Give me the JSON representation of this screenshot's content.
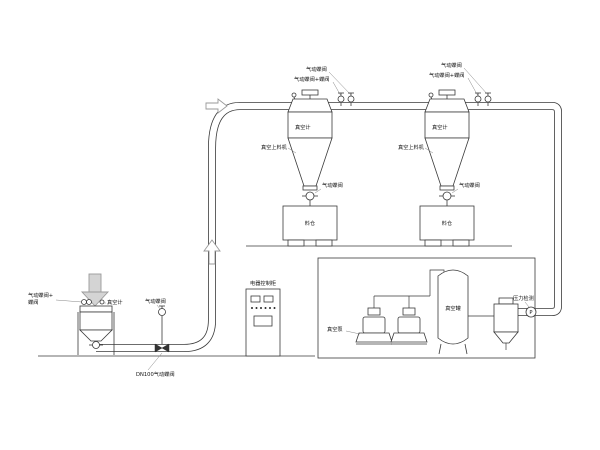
{
  "diagram": {
    "receiver_a": {
      "top_valve": "气动蝶阀",
      "top_valve_combo": "气动蝶阀+蝶阀",
      "gauge": "真空计",
      "feeder": "真空上料机",
      "discharge_valve": "气动蝶阀",
      "silo": "料仓"
    },
    "receiver_b": {
      "top_valve": "气动蝶阀",
      "top_valve_combo": "气动蝶阀+蝶阀",
      "gauge": "真空计",
      "feeder": "真空上料机",
      "discharge_valve": "气动蝶阀",
      "silo": "料仓"
    },
    "feed_station": {
      "combo_line1": "气动蝶阀+",
      "combo_line2": "蝶阀",
      "gauge": "真空计",
      "branch_valve": "气动蝶阀",
      "main_valve": "DN100气动蝶阀"
    },
    "control_cabinet": {
      "label": "电器控制柜"
    },
    "pump_room": {
      "pump": "真空泵",
      "tank": "真空罐",
      "pressure": "压力检测",
      "gauge_letter": "P"
    }
  }
}
